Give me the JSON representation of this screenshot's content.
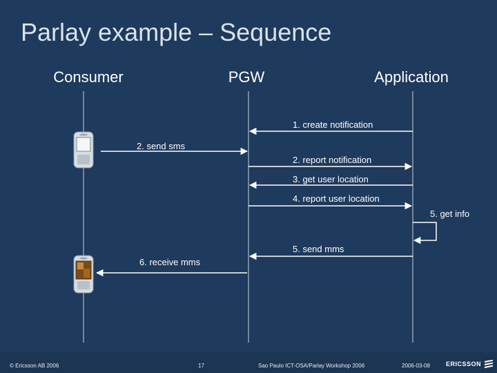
{
  "title": "Parlay example – Sequence",
  "actors": {
    "consumer": "Consumer",
    "pgw": "PGW",
    "application": "Application"
  },
  "messages": {
    "m1": "1. create notification",
    "m2a": "2. send sms",
    "m2b": "2. report notification",
    "m3": "3. get user location",
    "m4": "4. report  user location",
    "m5a": "5. get info",
    "m5b": "5. send mms",
    "m6": "6. receive mms"
  },
  "footer": {
    "copyright": "© Ericsson AB 2006",
    "page": "17",
    "event": "Sao Paulo ICT-OSA/Parlay Workshop 2006",
    "date": "2006-03-08",
    "brand": "ERICSSON"
  },
  "colors": {
    "background": "#1e3a5c",
    "lines": "#ffffff",
    "title": "#d9e2ec"
  }
}
